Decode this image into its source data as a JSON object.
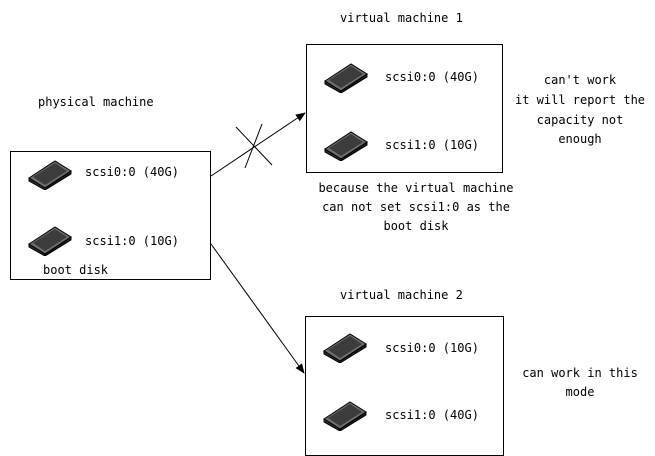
{
  "physical": {
    "title": "physical machine",
    "disk1": "scsi0:0 (40G)",
    "disk2": "scsi1:0 (10G)",
    "boot_label": "boot disk"
  },
  "vm1": {
    "title": "virtual machine 1",
    "disk1": "scsi0:0 (40G)",
    "disk2": "scsi1:0 (10G)",
    "status_lines": [
      "can't work",
      "it will report the",
      "capacity not",
      "enough"
    ],
    "reason_lines": [
      "because the virtual machine",
      "can not set scsi1:0 as the",
      "boot disk"
    ]
  },
  "vm2": {
    "title": "virtual machine 2",
    "disk1": "scsi0:0 (10G)",
    "disk2": "scsi1:0 (40G)",
    "status_lines": [
      "can work in this",
      "mode"
    ]
  },
  "icons": {
    "disk": "hard-disk-icon",
    "blocked": "cross-mark-icon",
    "arrow": "arrowhead-icon"
  }
}
